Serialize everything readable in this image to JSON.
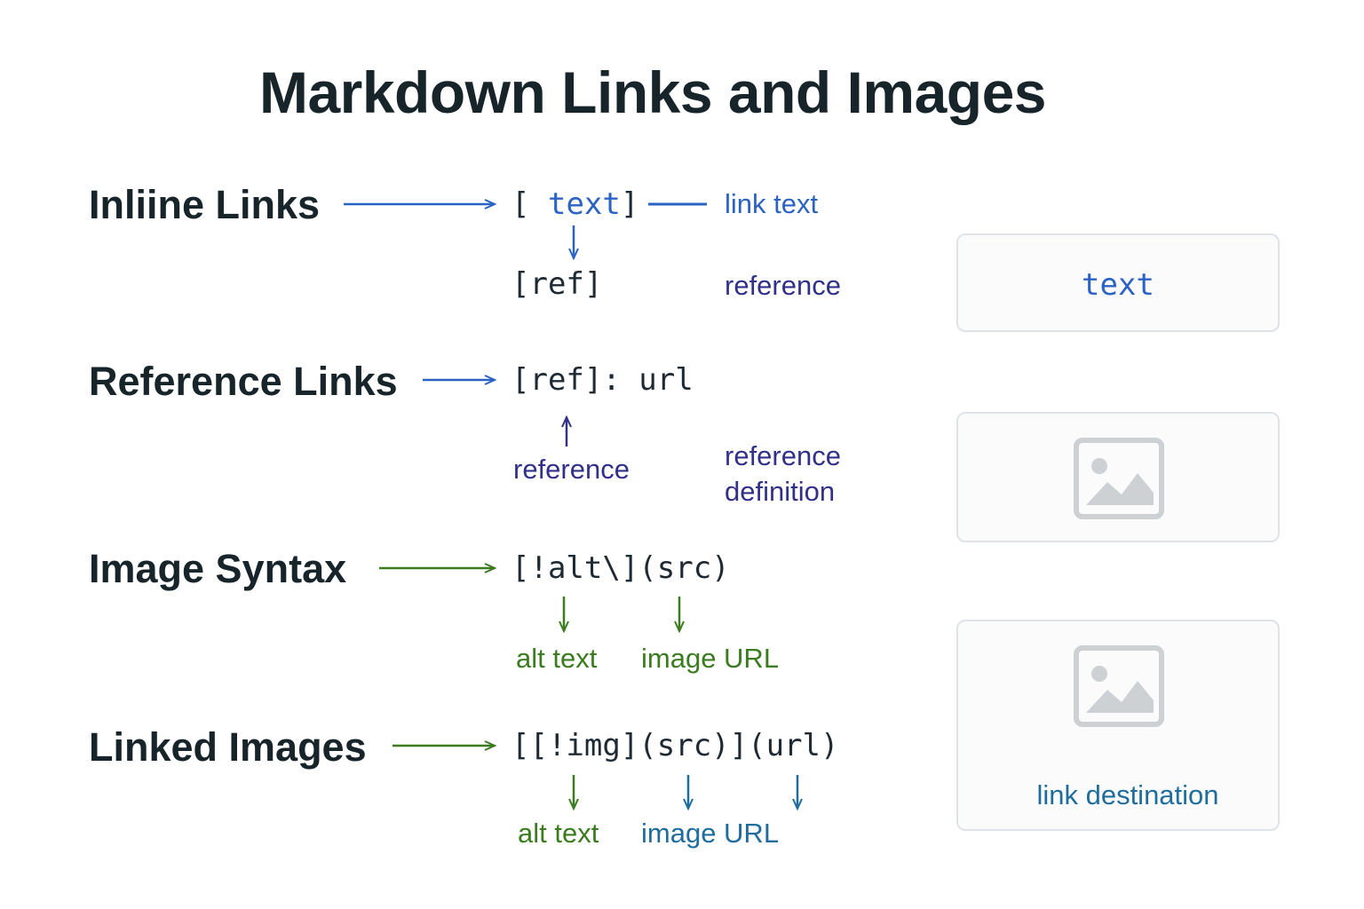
{
  "title": "Markdown Links and Images",
  "sections": {
    "inline": {
      "label": "Inliine Links",
      "code_open": "[",
      "code_text": "text",
      "code_close": "]",
      "code_ref": "[ref]",
      "ann_link_text": "link text",
      "ann_reference": "reference"
    },
    "reference": {
      "label": "Reference Links",
      "code": "[ref]: url",
      "ann_reference": "reference",
      "ann_definition_line1": "reference",
      "ann_definition_line2": "definition"
    },
    "image": {
      "label": "Image Syntax",
      "code": "[!alt\\](src)",
      "ann_alt": "alt text",
      "ann_url": "image URL"
    },
    "linked": {
      "label": "Linked Images",
      "code": "[[!img](src)](url)",
      "ann_alt": "alt text",
      "ann_url": "image URL"
    }
  },
  "panels": {
    "text_preview": "text",
    "image_icon": "image-placeholder-icon",
    "link_destination": "link destination"
  },
  "colors": {
    "blue": "#2b63c4",
    "navy": "#32318a",
    "green": "#3a7c1f",
    "teal": "#1f6d9c",
    "panel_border": "#dfe2e6",
    "icon_gray": "#cdd1d4"
  }
}
